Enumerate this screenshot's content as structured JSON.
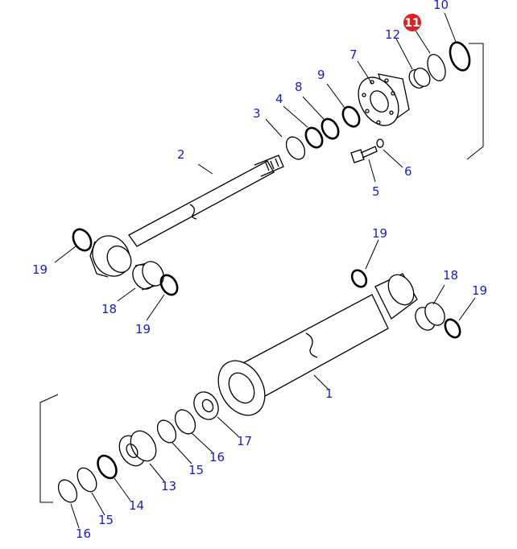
{
  "labels": {
    "p1": "1",
    "p2": "2",
    "p3": "3",
    "p4": "4",
    "p5": "5",
    "p6": "6",
    "p7": "7",
    "p8": "8",
    "p9": "9",
    "p10": "10",
    "p11": "11",
    "p12": "12",
    "p13": "13",
    "p14": "14",
    "p15a": "15",
    "p15b": "15",
    "p16a": "16",
    "p16b": "16",
    "p17": "17",
    "p18a": "18",
    "p18b": "18",
    "p19a": "19",
    "p19b": "19",
    "p19c": "19",
    "p19d": "19"
  },
  "highlight": {
    "color": "#e02020",
    "part": "11"
  },
  "label_color": "#1a1ad6"
}
